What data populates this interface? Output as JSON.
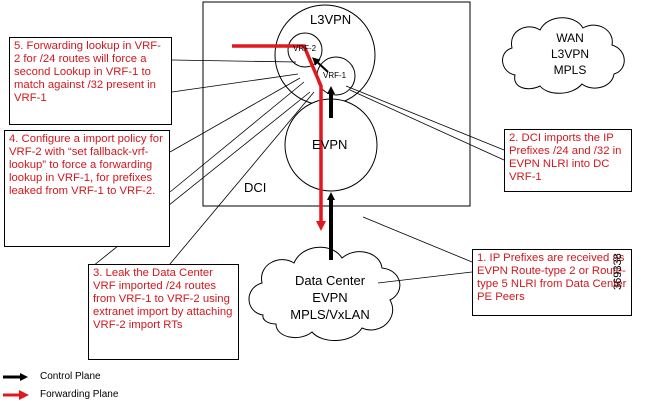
{
  "clouds": {
    "wan": [
      "WAN",
      "L3VPN",
      "MPLS"
    ],
    "datacenter": [
      "Data Center",
      "EVPN",
      "MPLS/VxLAN"
    ]
  },
  "labels": {
    "l3vpn": "L3VPN",
    "vrf2": "VRF-2",
    "vrf1": "VRF-1",
    "evpn": "EVPN",
    "dci": "DCI"
  },
  "callouts": {
    "c1": "1. IP Prefixes are received as EVPN Route-type 2 or Route-type 5 NLRI from Data Center PE Peers",
    "c2": "2. DCI imports the IP Prefixes /24 and /32 in EVPN NLRI into DC VRF-1",
    "c3": "3. Leak the Data Center VRF imported /24 routes from VRF-1 to VRF-2 using extranet import by attaching VRF-2 import RTs",
    "c4": "4. Configure a import policy for VRF-2 with “set fallback-vrf-lookup” to force a forwarding lookup in VRF-1, for prefixes leaked from VRF-1 to VRF-2.",
    "c5": "5. Forwarding lookup in VRF-2 for /24 routes will force a second Lookup in VRF-1 to match against /32 present in VRF-1"
  },
  "legend": {
    "control": "Control Plane",
    "forwarding": "Forwarding Plane"
  },
  "colors": {
    "control": "#000000",
    "forwarding": "#e0191f",
    "callout_text": "#d2171d"
  },
  "figure_id": "369338"
}
